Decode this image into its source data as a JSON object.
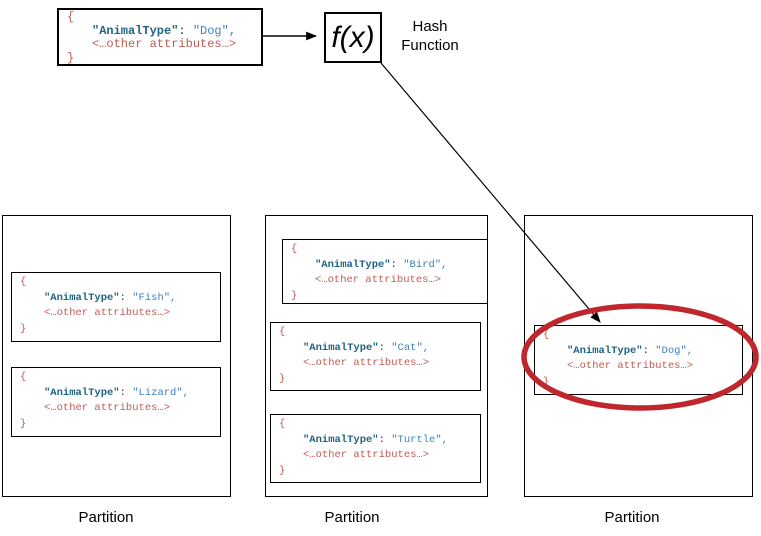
{
  "hash_function": {
    "symbol": "f(x)",
    "label_line1": "Hash",
    "label_line2": "Function"
  },
  "document_template": {
    "open_brace": "{",
    "key": "\"AnimalType\"",
    "colon": ": ",
    "attributes": "<…other attributes…>",
    "close_brace": "}"
  },
  "source_document": {
    "value": "\"Dog\","
  },
  "partitions": [
    {
      "label": "Partition",
      "documents": [
        {
          "value": "\"Fish\","
        },
        {
          "value": "\"Lizard\","
        }
      ]
    },
    {
      "label": "Partition",
      "documents": [
        {
          "value": "\"Bird\","
        },
        {
          "value": "\"Cat\","
        },
        {
          "value": "\"Turtle\","
        }
      ]
    },
    {
      "label": "Partition",
      "documents": [
        {
          "value": "\"Dog\","
        }
      ]
    }
  ],
  "highlight": {
    "shape": "ellipse",
    "color": "#C0272D",
    "meaning": "hashed document routed to this partition"
  },
  "colors": {
    "key": "#1F6386",
    "value": "#4080C0",
    "attributes": "#C05B52",
    "line": "#000000"
  }
}
